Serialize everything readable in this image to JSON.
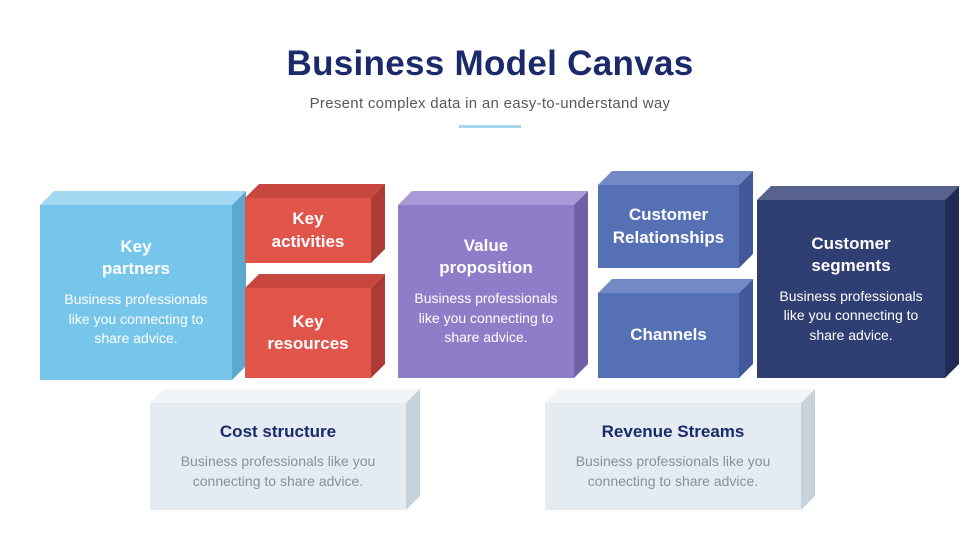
{
  "header": {
    "title": "Business Model Canvas",
    "subtitle": "Present complex data in an easy-to-understand way"
  },
  "boxes": {
    "key_partners": {
      "title": "Key\npartners",
      "body": "Business professionals like you connecting to share advice."
    },
    "key_activities": {
      "title": "Key\nactivities"
    },
    "key_resources": {
      "title": "Key\nresources"
    },
    "value_proposition": {
      "title": "Value\nproposition",
      "body": "Business professionals like you connecting to share advice."
    },
    "customer_relationships": {
      "title": "Customer\nRelationships"
    },
    "channels": {
      "title": "Channels"
    },
    "customer_segments": {
      "title": "Customer\nsegments",
      "body": "Business professionals like you connecting to share advice."
    },
    "cost_structure": {
      "title": "Cost structure",
      "body": "Business professionals like you connecting to share advice."
    },
    "revenue_streams": {
      "title": "Revenue Streams",
      "body": "Business professionals like you connecting to share advice."
    }
  },
  "colors": {
    "title_navy": "#1B2A6B",
    "subtitle_gray": "#58595B",
    "divider_blue": "#A9D6EF",
    "light_blue": "#76C6EC",
    "red": "#E0544A",
    "purple": "#8E7DC8",
    "medium_blue": "#5570B5",
    "navy": "#2F3E73",
    "gray": "#E4EBF1",
    "body_gray": "#8A8F99"
  }
}
